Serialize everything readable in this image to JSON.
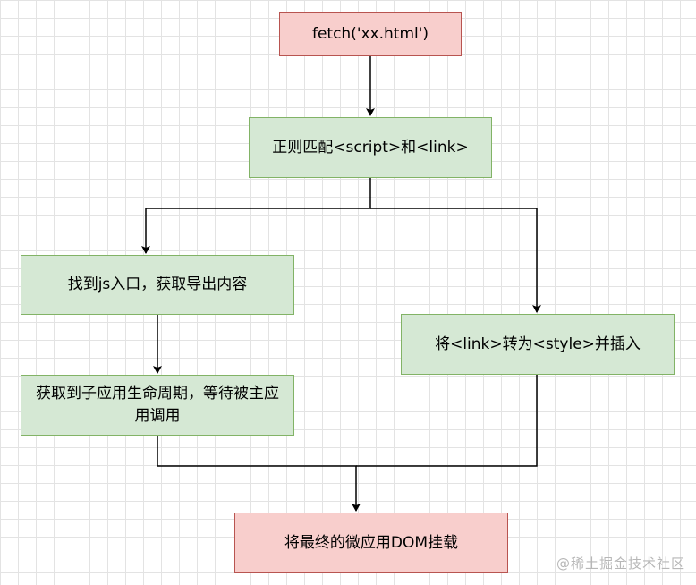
{
  "nodes": {
    "fetch": "fetch('xx.html')",
    "regex": "正则匹配<script>和<link>",
    "js_entry": "找到js入口，获取导出内容",
    "lifecycle": "获取到子应用生命周期，等待被主应用调用",
    "link_to_style": "将<link>转为<style>并插入",
    "mount": "将最终的微应用DOM挂载"
  },
  "colors": {
    "start_end_fill": "#f8cecc",
    "start_end_stroke": "#b85450",
    "process_fill": "#d5e8d4",
    "process_stroke": "#82b366",
    "grid": "#e3e3e3",
    "edge": "#000000"
  },
  "edges": [
    {
      "from": "fetch",
      "to": "regex"
    },
    {
      "from": "regex",
      "to": "js_entry"
    },
    {
      "from": "regex",
      "to": "link_to_style"
    },
    {
      "from": "js_entry",
      "to": "lifecycle"
    },
    {
      "from": "lifecycle",
      "to": "mount"
    },
    {
      "from": "link_to_style",
      "to": "mount"
    }
  ],
  "watermark": "@稀土掘金技术社区"
}
